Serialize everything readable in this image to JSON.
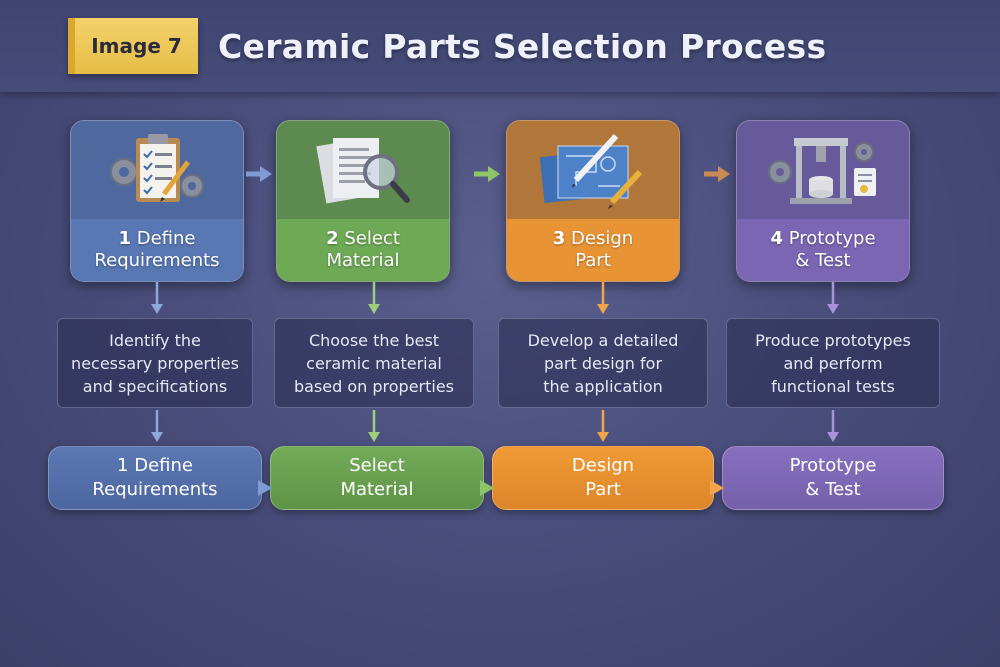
{
  "header": {
    "badge": "Image 7",
    "title": "Ceramic Parts Selection Process"
  },
  "steps": [
    {
      "number": "1",
      "label_line1": "Define",
      "label_line2": "Requirements",
      "icon": "clipboard-checklist-icon",
      "desc_lines": [
        "Identify the",
        "necessary properties",
        "and specifications"
      ],
      "pill_line1": "1 Define",
      "pill_line2": "Requirements",
      "color": "#5877b3"
    },
    {
      "number": "2",
      "label_line1": "Select",
      "label_line2": "Material",
      "icon": "documents-magnifier-icon",
      "desc_lines": [
        "Choose the best",
        "ceramic material",
        "based on properties"
      ],
      "pill_line1": "Select",
      "pill_line2": "Material",
      "color": "#6ea956"
    },
    {
      "number": "3",
      "label_line1": "Design",
      "label_line2": "Part",
      "icon": "blueprint-pencil-icon",
      "desc_lines": [
        "Develop a detailed",
        "part design for",
        "the application"
      ],
      "pill_line1": "Design",
      "pill_line2": "Part",
      "color": "#e89435"
    },
    {
      "number": "4",
      "label_line1": "Prototype",
      "label_line2": "& Test",
      "icon": "press-machine-icon",
      "desc_lines": [
        "Produce prototypes",
        "and perform",
        "functional tests"
      ],
      "pill_line1": "Prototype",
      "pill_line2": "& Test",
      "color": "#7a66b3"
    }
  ],
  "colors": {
    "background": "#4a4e7c",
    "badge": "#e6bd47",
    "arrow_blue": "#7f9bd6",
    "arrow_green": "#8fc46a",
    "arrow_orange": "#c88a52"
  }
}
